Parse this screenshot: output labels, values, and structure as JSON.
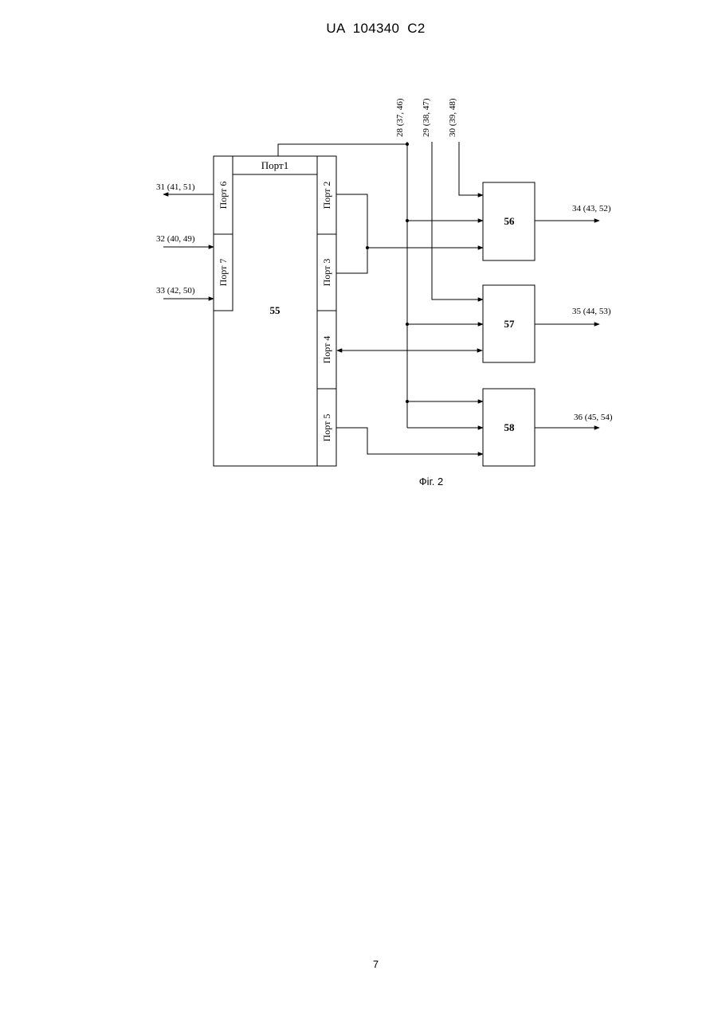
{
  "page": {
    "header": "UA   104340   C2",
    "page_number": "7"
  },
  "figure": {
    "caption": "Фіг. 2",
    "main_block": {
      "label": "55",
      "ports": {
        "port1": "Порт1",
        "port2": "Порт 2",
        "port3": "Порт 3",
        "port4": "Порт 4",
        "port5": "Порт 5",
        "port6": "Порт 6",
        "port7": "Порт 7"
      }
    },
    "blocks": {
      "b56": "56",
      "b57": "57",
      "b58": "58"
    },
    "signals": {
      "s28": "28 (37, 46)",
      "s29": "29 (38, 47)",
      "s30": "30 (39, 48)",
      "s31": "31 (41, 51)",
      "s32": "32 (40, 49)",
      "s33": "33 (42, 50)",
      "s34": "34 (43, 52)",
      "s35": "35 (44, 53)",
      "s36": "36 (45, 54)"
    }
  }
}
